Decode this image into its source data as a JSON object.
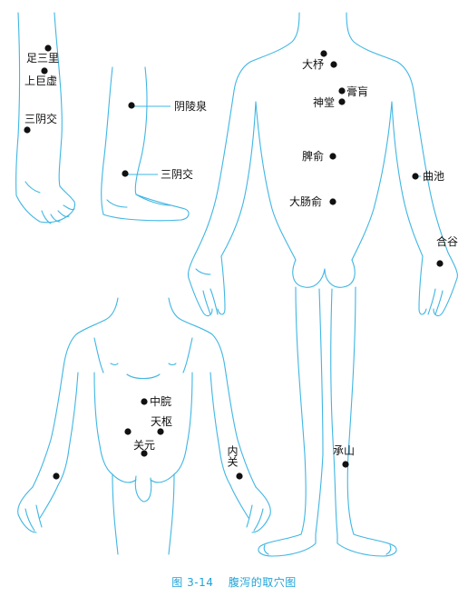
{
  "caption": {
    "number": "图 3-14",
    "title": "腹泻的取穴图"
  },
  "colors": {
    "outline": "#3fb6e3",
    "caption": "#1fa3d9",
    "point": "#111111"
  },
  "points": {
    "zusanli": "足三里",
    "shangjuxu": "上巨虚",
    "sanyinjiao_front": "三阴交",
    "yinlingquan": "阴陵泉",
    "sanyinjiao_side": "三阴交",
    "dazhu": "大杼",
    "gaohuang": "膏肓",
    "shentang": "神堂",
    "pishu": "脾俞",
    "dachangshu": "大肠俞",
    "quchi": "曲池",
    "hegu": "合谷",
    "chengshan": "承山",
    "zhongwan": "中脘",
    "tianshu": "天枢",
    "guanyuan": "关元",
    "neiguan": "内关"
  }
}
